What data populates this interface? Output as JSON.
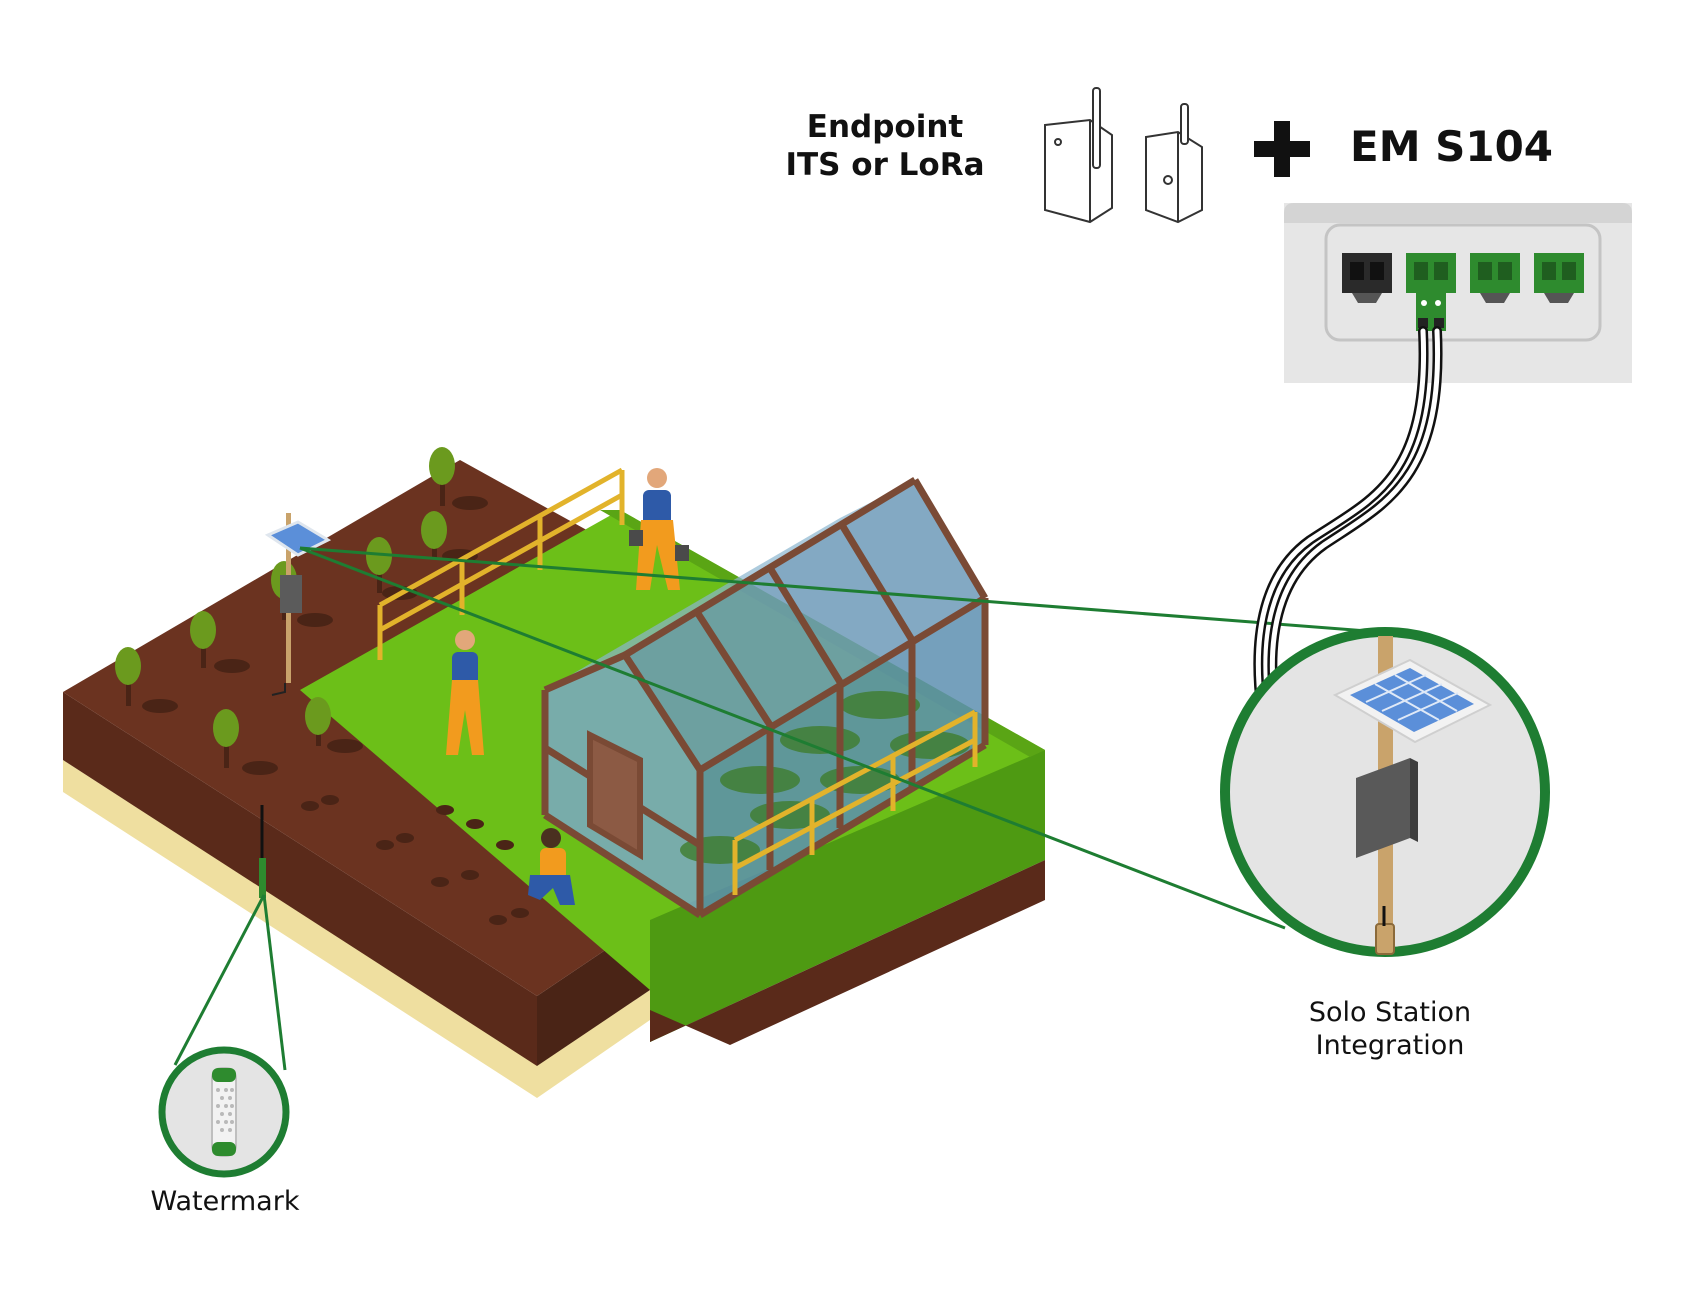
{
  "labels": {
    "endpoint_line1": "Endpoint",
    "endpoint_line2": "ITS or LoRa",
    "plus_symbol": "+",
    "em_device": "EM S104",
    "solo_line1": "Solo Station",
    "solo_line2": "Integration",
    "watermark": "Watermark"
  },
  "colors": {
    "accent_green": "#1e7d32",
    "grass": "#6cbf18",
    "grass_dark": "#4e9a12",
    "soil": "#6b3320",
    "soil_dark": "#4a2416",
    "sand": "#efdfa0",
    "wood": "#7a4a35",
    "glass": "#5d8fb0",
    "fence": "#e2b32b",
    "logger_panel": "#e6e6e6",
    "terminal_green": "#2e8b2e"
  },
  "icons": [
    "radio-transmitter-icon",
    "plus-icon",
    "solar-panel-icon",
    "logger-box-icon",
    "soil-sensor-icon"
  ]
}
